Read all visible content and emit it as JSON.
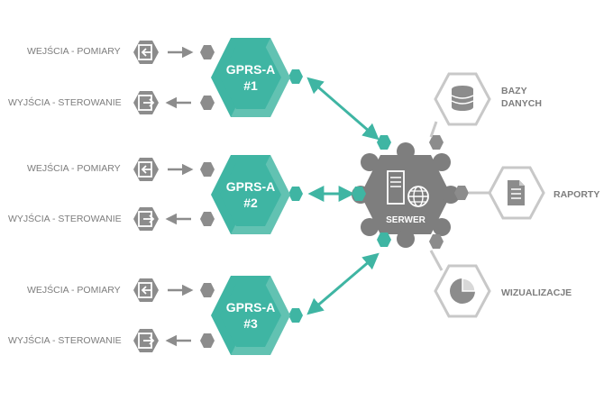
{
  "colors": {
    "teal": "#3fb5a3",
    "teal_light": "#8dd3c5",
    "gray_dark": "#7e7e7e",
    "gray_icon": "#8c8c8c",
    "gray_light": "#c8c8c8",
    "white": "#ffffff"
  },
  "devices": [
    {
      "title_line1": "GPRS-A",
      "title_line2": "#1",
      "input_label": "WEJŚCIA - POMIARY",
      "output_label": "WYJŚCIA - STEROWANIE"
    },
    {
      "title_line1": "GPRS-A",
      "title_line2": "#2",
      "input_label": "WEJŚCIA - POMIARY",
      "output_label": "WYJŚCIA - STEROWANIE"
    },
    {
      "title_line1": "GPRS-A",
      "title_line2": "#3",
      "input_label": "WEJŚCIA - POMIARY",
      "output_label": "WYJŚCIA - STEROWANIE"
    }
  ],
  "server": {
    "label": "SERWER",
    "icons": [
      "server-tower-icon",
      "globe-icon"
    ]
  },
  "outputs": [
    {
      "label_line1": "BAZY",
      "label_line2": "DANYCH",
      "icon": "database-icon"
    },
    {
      "label_line1": "RAPORTY",
      "label_line2": "",
      "icon": "document-icon"
    },
    {
      "label_line1": "WIZUALIZACJE",
      "label_line2": "",
      "icon": "pie-chart-icon"
    }
  ]
}
